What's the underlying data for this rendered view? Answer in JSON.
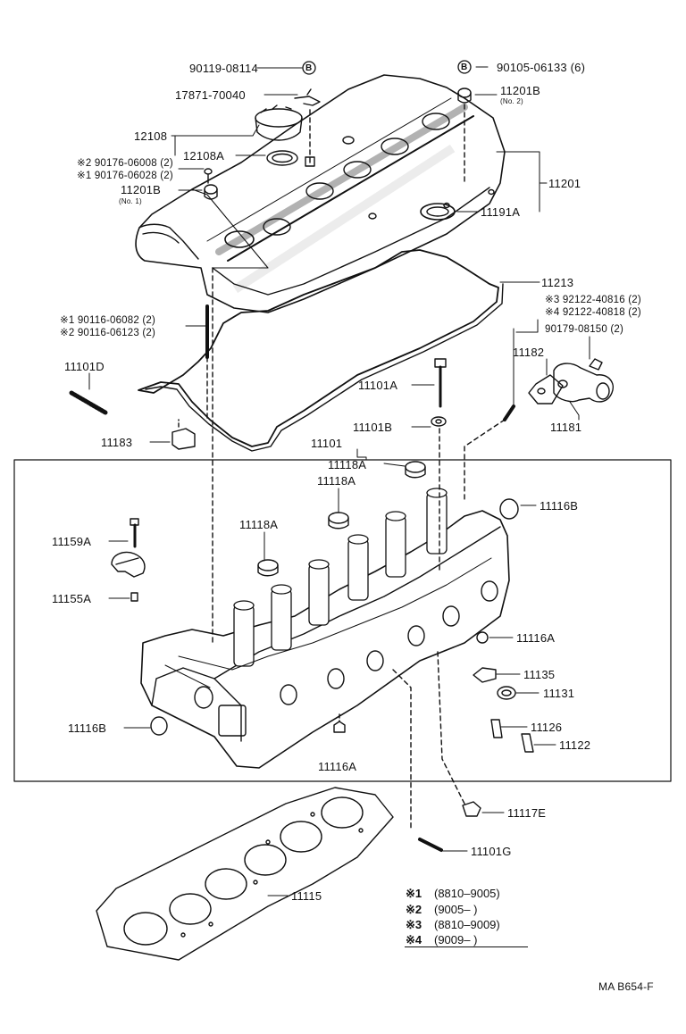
{
  "labels": {
    "p90119": "90119-08114",
    "p17871": "17871-70040",
    "p12108": "12108",
    "p12108A": "12108A",
    "s2_90176": "※2 90176-06008 (2)",
    "s1_90176": "※1 90176-06028 (2)",
    "p11201B_1": "11201B",
    "p11201B_1_sub": "(No. 1)",
    "p90105": "90105-06133 (6)",
    "p11201B_2": "11201B",
    "p11201B_2_sub": "(No. 2)",
    "p11201": "11201",
    "p11191A": "11191A",
    "p11213": "11213",
    "s3_92122": "※3 92122-40816 (2)",
    "s4_92122": "※4 92122-40818 (2)",
    "p90179": "90179-08150 (2)",
    "s1_90116": "※1 90116-06082 (2)",
    "s2_90116": "※2 90116-06123 (2)",
    "p11101D": "11101D",
    "p11101A": "11101A",
    "p11182": "11182",
    "p11101B": "11101B",
    "p11181": "11181",
    "p11183": "11183",
    "p11101": "11101",
    "p11118A_1": "11118A",
    "p11118A_2": "11118A",
    "p11118A_3": "11118A",
    "p11116B_top": "11116B",
    "p11159A": "11159A",
    "p11155A": "11155A",
    "p11116A_right": "11116A",
    "p11135": "11135",
    "p11131": "11131",
    "p11116B_left": "11116B",
    "p11126": "11126",
    "p11122": "11122",
    "p11116A_bottom": "11116A",
    "p11117E": "11117E",
    "p11101G": "11101G",
    "p11115": "11115",
    "ref_code": "MA B654-F",
    "b_badge": "B"
  },
  "footnotes": [
    {
      "mark": "※1",
      "range": "(8810–9005)"
    },
    {
      "mark": "※2",
      "range": "(9005–      )"
    },
    {
      "mark": "※3",
      "range": "(8810–9009)"
    },
    {
      "mark": "※4",
      "range": "(9009–      )"
    }
  ]
}
